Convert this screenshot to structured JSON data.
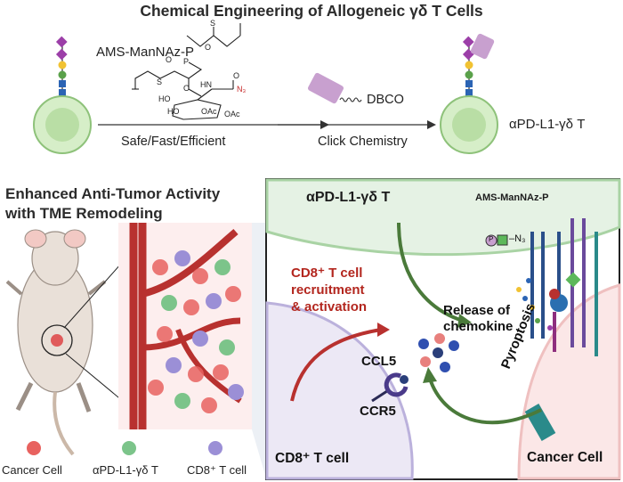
{
  "title": "Chemical Engineering of Allogeneic γδ T Cells",
  "top": {
    "reagent": "AMS-ManNAz-P",
    "step1": "Safe/Fast/Efficient",
    "linker": "DBCO",
    "step2": "Click Chemistry",
    "product": "αPD-L1-γδ T",
    "chem": {
      "oac1": "OAc",
      "oac2": "OAc",
      "n3": "N₃",
      "ho1": "HO",
      "ho2": "HO",
      "s1": "S",
      "s2": "S",
      "o1": "O",
      "o2": "O",
      "p": "P",
      "o3": "O",
      "hn": "HN",
      "o4": "O"
    }
  },
  "bottom": {
    "heading_line1": "Enhanced Anti-Tumor Activity",
    "heading_line2": "with TME Remodeling",
    "cell_label": "αPD-L1-γδ T",
    "reagent_label": "AMS-ManNAz-P",
    "reagent_symbol_p": "P",
    "reagent_symbol_n3": "–N₃",
    "recruit_line1": "CD8⁺ T cell",
    "recruit_line2": "recruitment",
    "recruit_line3": "& activation",
    "release_line1": "Release of",
    "release_line2": "chemokine",
    "ccl5": "CCL5",
    "ccr5": "CCR5",
    "pyroptosis": "Pyroptosis",
    "cd8_cell": "CD8⁺ T cell",
    "cancer_cell": "Cancer Cell"
  },
  "legend": [
    {
      "label": "Cancer Cell",
      "color": "#e8625f"
    },
    {
      "label": "αPD-L1-γδ T",
      "color": "#7cc48a"
    },
    {
      "label": "CD8⁺ T cell",
      "color": "#9b8fd6"
    }
  ]
}
